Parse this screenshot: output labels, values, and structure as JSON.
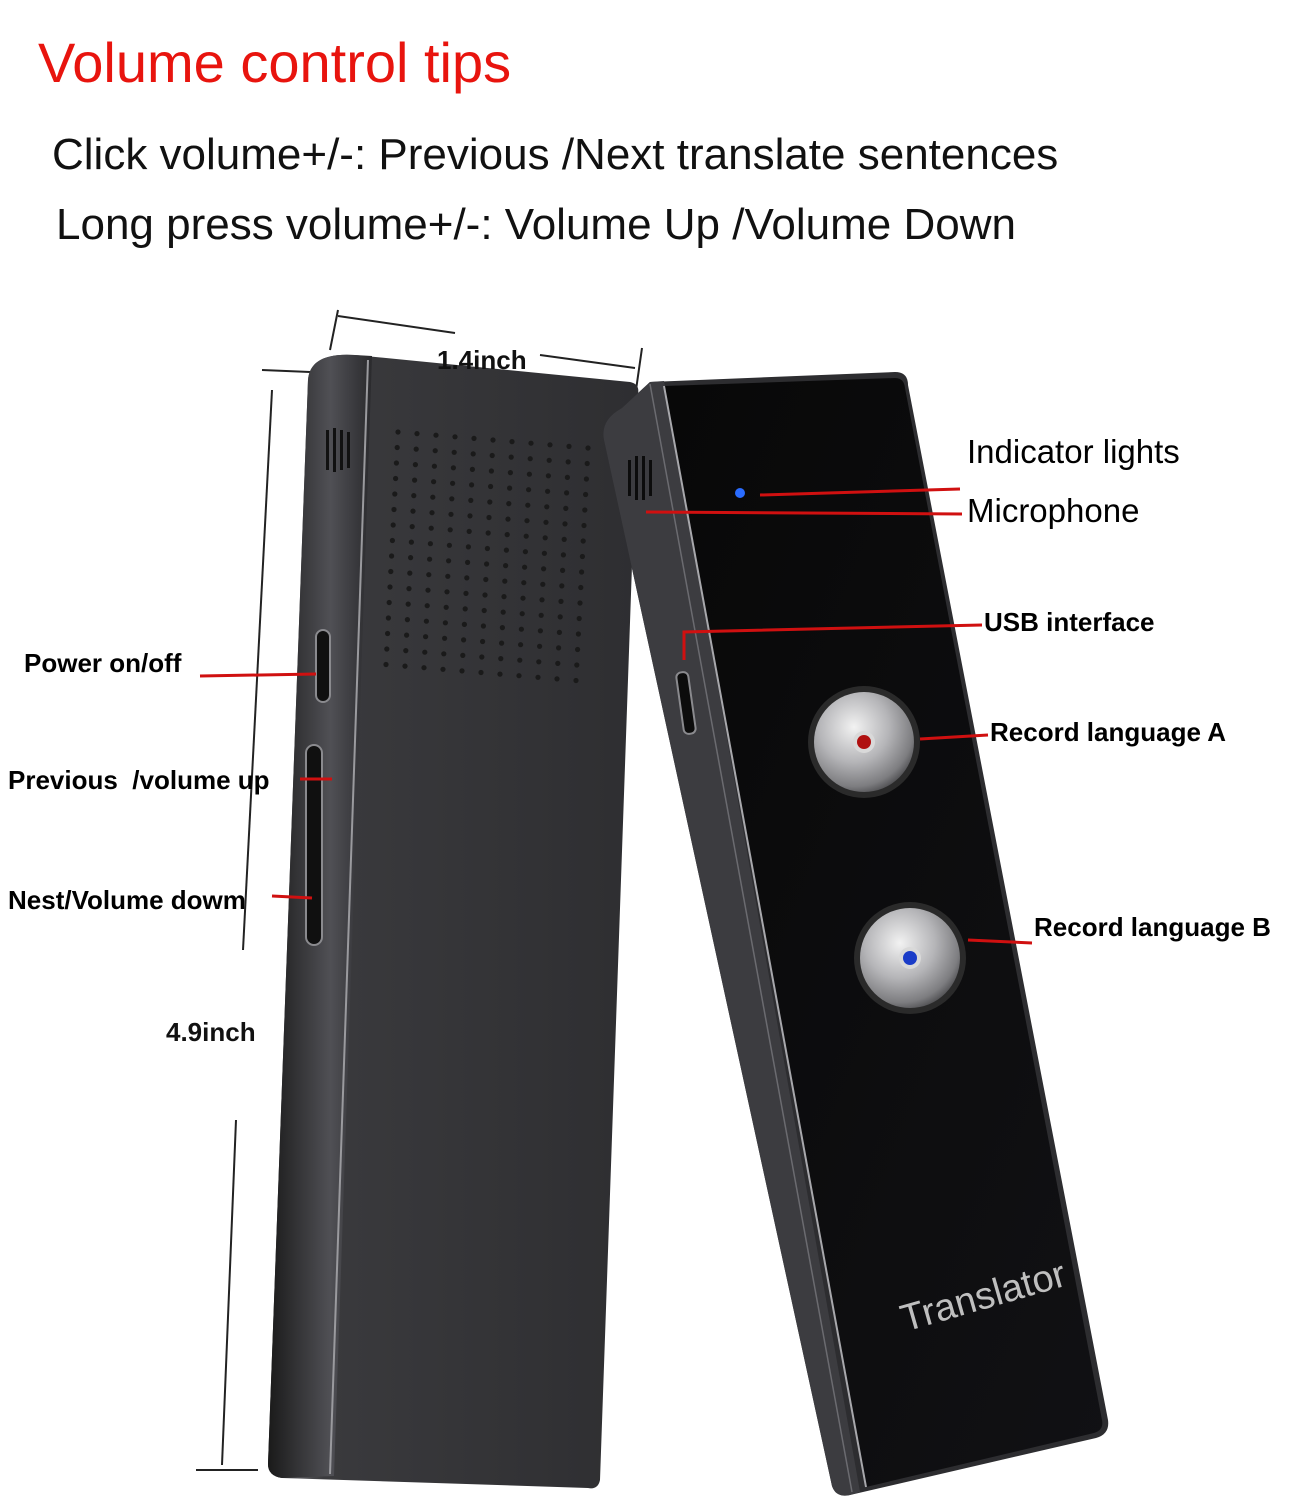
{
  "heading": "Volume control tips",
  "tips": [
    "Click volume+/-: Previous /Next translate sentences",
    "Long press volume+/-: Volume Up /Volume Down"
  ],
  "dimensions": {
    "width": "1.4inch",
    "height": "4.9inch"
  },
  "labels": {
    "indicator": "Indicator lights",
    "microphone": "Microphone",
    "usb": "USB interface",
    "record_a": "Record language A",
    "record_b": "Record language B",
    "power": "Power on/off",
    "prev": "Previous  /volume up",
    "next": "Nest/Volume dowm"
  },
  "device_brand": "Translator",
  "colors": {
    "accent": "#e8140e",
    "leader": "#d01010",
    "indicator": "#2a6cff",
    "button_a_dot": "#b01010",
    "button_b_dot": "#1a3cc8"
  }
}
